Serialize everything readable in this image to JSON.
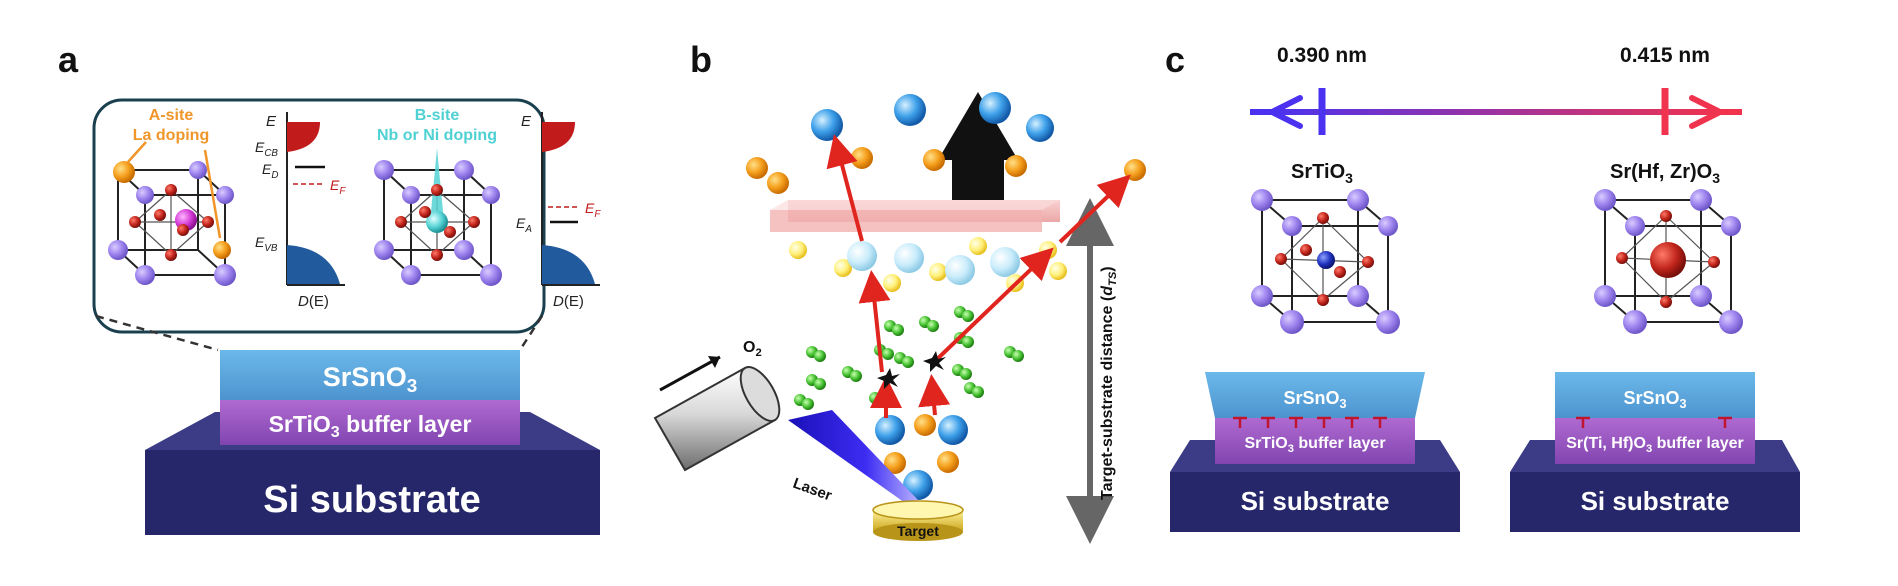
{
  "panels": {
    "a": {
      "letter": "a",
      "a_site_line1": "A-site",
      "a_site_line2": "La doping",
      "b_site_line1": "B-site",
      "b_site_line2": "Nb or Ni doping",
      "axis_e": "E",
      "axis_d": "D",
      "axis_d_paren": "(E)",
      "e_label": "E",
      "sub_cb": "CB",
      "sub_d": "D",
      "sub_f": "F",
      "sub_vb": "VB",
      "sub_a": "A",
      "srsno3_main": "SrSnO",
      "srsno3_sub": "3",
      "srtio3_main": "SrTiO",
      "srtio3_sub": "3",
      "buffer_suffix": " buffer layer",
      "substrate": "Si substrate",
      "colors": {
        "a_site": "#f0962a",
        "b_site": "#4fd0d3",
        "substrate": "#262764",
        "buffer": "#9d5bb8",
        "srsno3": "#5aa6dd"
      }
    },
    "b": {
      "letter": "b",
      "o2_main": "O",
      "o2_sub": "2",
      "laser": "Laser",
      "target": "Target",
      "distance_prefix": "Target-substrate distance (",
      "distance_d": "d",
      "distance_sub": "TS",
      "distance_suffix": ")",
      "colors": {
        "arrows": "#e0251f",
        "oxygen": "#3fbf2f",
        "laser": "#2d1fe0"
      }
    },
    "c": {
      "letter": "c",
      "lattice_left": "0.390 nm",
      "lattice_right": "0.415 nm",
      "crystal_left": "SrTiO",
      "crystal_left_sub": "3",
      "crystal_right": "Sr(Hf, Zr)O",
      "crystal_right_sub": "3",
      "left_film_main": "SrSnO",
      "left_film_sub": "3",
      "right_film_main": "SrSnO",
      "right_film_sub": "3",
      "left_buffer_main": "SrTiO",
      "left_buffer_sub": "3",
      "left_buffer_suffix": " buffer layer",
      "right_buffer_main": "Sr(Ti, Hf)O",
      "right_buffer_sub": "3",
      "right_buffer_suffix": " buffer layer",
      "substrate_left": "Si substrate",
      "substrate_right": "Si substrate",
      "colors": {
        "arrow_start": "#4a32f0",
        "arrow_end": "#f0334e",
        "dislocation": "#c0152e"
      }
    }
  }
}
